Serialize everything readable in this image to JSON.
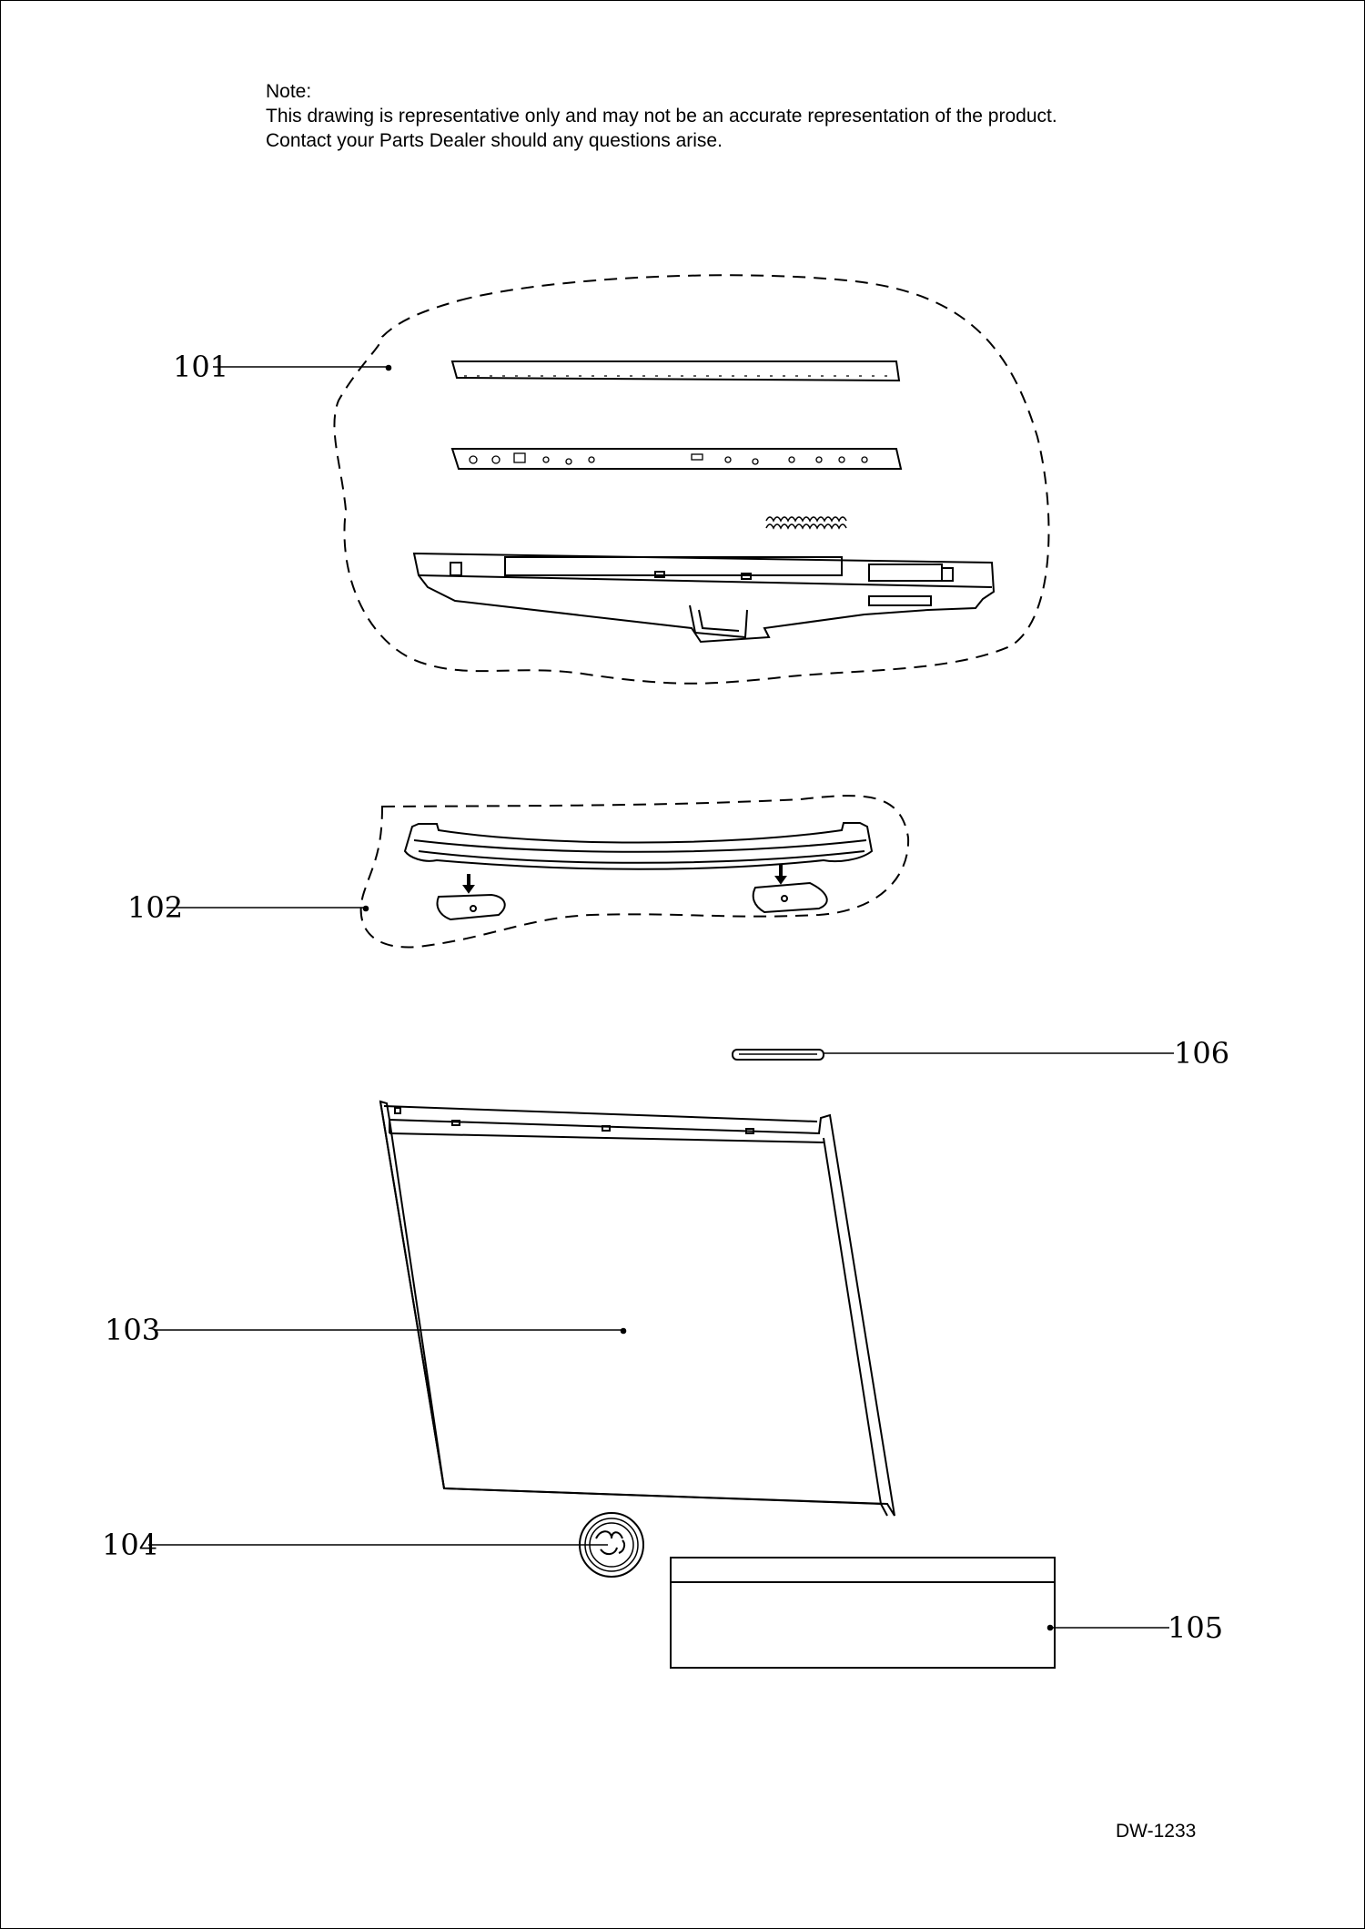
{
  "note": {
    "heading": "Note:",
    "line1": "This drawing is representative only and may not be an accurate representation of the product.",
    "line2": "Contact your Parts Dealer should any questions arise."
  },
  "callouts": {
    "c101": "101",
    "c102": "102",
    "c103": "103",
    "c104": "104",
    "c105": "105",
    "c106": "106"
  },
  "document_id": "DW-1233"
}
